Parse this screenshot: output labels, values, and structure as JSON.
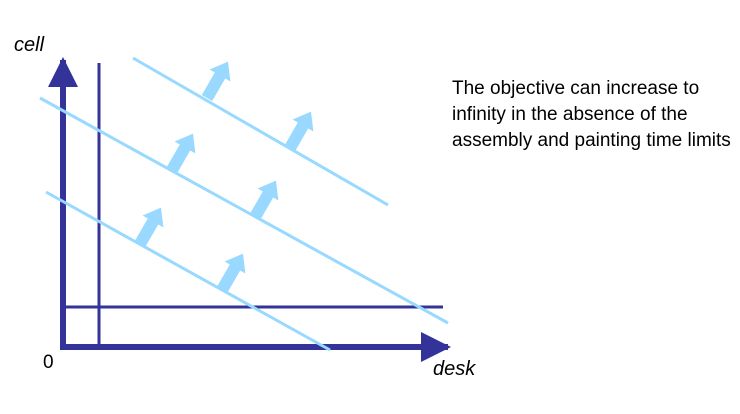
{
  "diagram": {
    "y_axis_label": "cell",
    "x_axis_label": "desk",
    "origin_label": "0",
    "note": "The objective can increase to infinity in the absence of the assembly and painting time limits"
  },
  "colors": {
    "axis": "#33339a",
    "objective_line": "#99d9ff",
    "arrow": "#99d9ff",
    "text": "#000000"
  },
  "icons": {
    "increase_direction": "arrow-up-right-icon"
  }
}
